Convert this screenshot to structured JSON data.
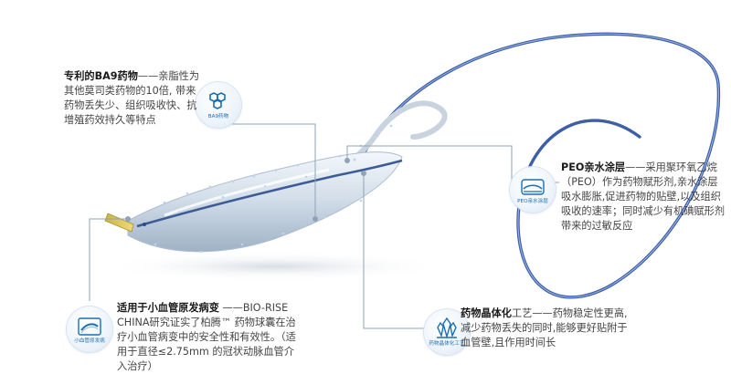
{
  "features": [
    {
      "title": "专利的BA9药物",
      "text": "——亲脂性为其他莫司类药物的10倍, 带来药物丢失少、组织吸收快、抗增殖药效持久等特点",
      "badge": "BA9药物",
      "icon": "hexagon-molecule-icon"
    },
    {
      "title": "PEO亲水涂层",
      "text": "——采用聚环氧乙烷（PEO）作为药物赋形剂,亲水涂层吸水膨胀,促进药物的贴壁,以及组织吸收的速率；同时减少有机碘赋形剂带来的过敏反应",
      "badge": "PEO亲水涂层",
      "icon": "coating-icon"
    },
    {
      "title": "适用于小血管原发病变",
      "text": " ——BIO-RISE CHINA研究证实了柏腾™ 药物球囊在治疗小血管病变中的安全性和有效性。（适用于直径≤2.75mm 的冠状动脉血管介入治疗）",
      "badge": "小血管原发病",
      "icon": "vessel-icon"
    },
    {
      "title": "药物晶体化",
      "text": "工艺——药物稳定性更高,减少药物丢失的同时,能够更好贴附于血管壁,且作用时间长",
      "badge": "药物晶体化工艺",
      "icon": "crystal-icon"
    }
  ],
  "colors": {
    "accent": "#1b6fb4",
    "wire": "#3e5fa8",
    "leader": "#8ea3b8"
  }
}
